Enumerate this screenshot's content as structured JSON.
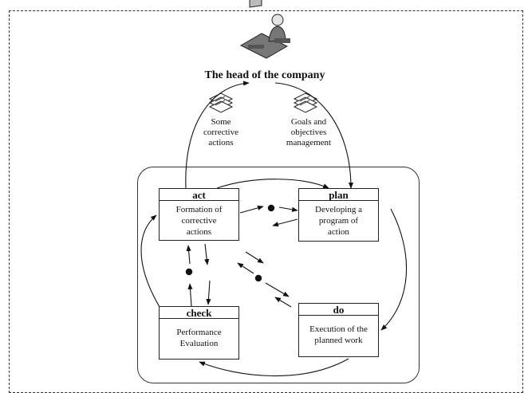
{
  "header": {
    "title": "The head of the company"
  },
  "docs": {
    "left_caption": "Some\ncorrective\nactions",
    "right_caption": "Goals and\nobjectives\nmanagement"
  },
  "stages": {
    "act": {
      "label": "act",
      "text": "Formation of\ncorrective\nactions"
    },
    "plan": {
      "label": "plan",
      "text": "Developing a\nprogram of\naction"
    },
    "check": {
      "label": "check",
      "text": "Performance\nEvaluation"
    },
    "do": {
      "label": "do",
      "text": "Execution of the\nplanned work"
    }
  },
  "icons": {
    "person": "manager-at-computer-icon",
    "documents": "document-stack-icon"
  }
}
